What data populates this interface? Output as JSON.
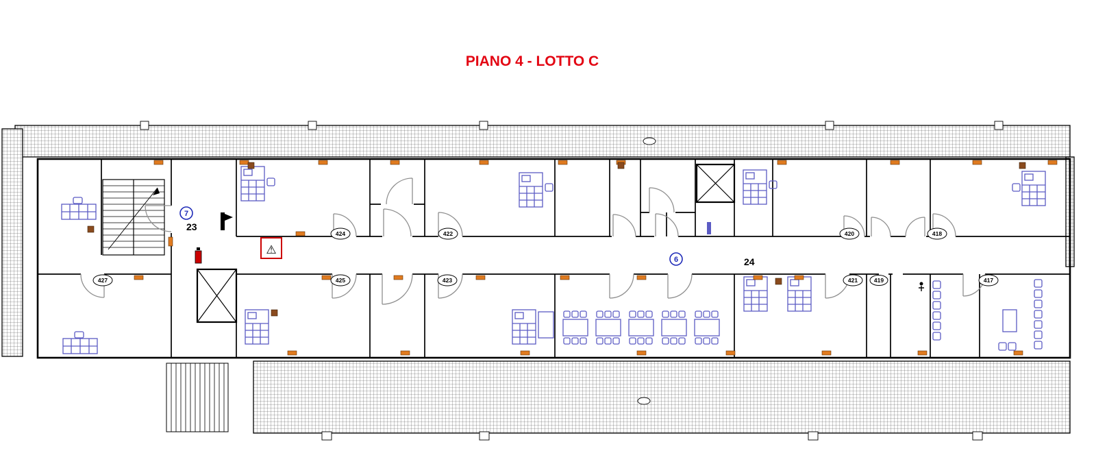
{
  "title": "PIANO 4 - LOTTO C",
  "rooms_top": [
    "424",
    "422",
    "420",
    "418"
  ],
  "rooms_bottom": [
    "427",
    "425",
    "423",
    "421",
    "419",
    "417"
  ],
  "zones": {
    "left": {
      "badge": "7",
      "label": "23"
    },
    "center": {
      "badge": "6",
      "label": "24"
    }
  },
  "signs": {
    "warning": "⚠"
  },
  "colors": {
    "title-red": "#e30613",
    "wall-black": "#000000",
    "furniture-blue": "#5b5bc4",
    "radiator-orange": "#e07b20",
    "equipment-brown": "#8a4b1e",
    "label-blue": "#1f2bb8",
    "door-gray": "#8f8f8f",
    "safety-red": "#cc0000"
  }
}
